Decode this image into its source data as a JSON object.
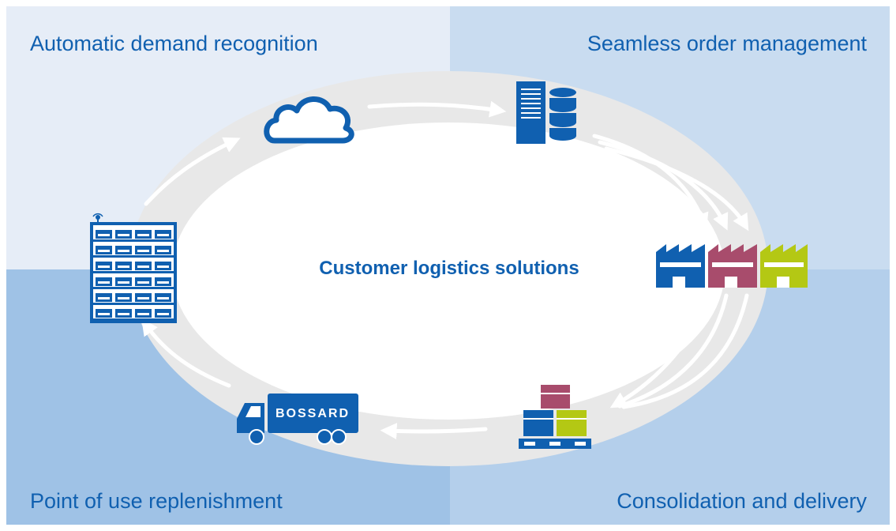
{
  "labels": {
    "top_left": "Automatic demand recognition",
    "top_right": "Seamless order management",
    "bottom_left": "Point of use replenishment",
    "bottom_right": "Consolidation and delivery",
    "center": "Customer logistics solutions"
  },
  "truck": {
    "brand": "BOSSARD"
  },
  "colors": {
    "blue": "#1060b0",
    "magenta": "#a84c6c",
    "lime": "#b4c814",
    "ring": "#e8e8e8",
    "arrow": "#ffffff"
  },
  "icons": [
    "cloud-icon",
    "server-database-icon",
    "factory-icon",
    "pallet-boxes-icon",
    "truck-icon",
    "shelf-rack-icon"
  ]
}
